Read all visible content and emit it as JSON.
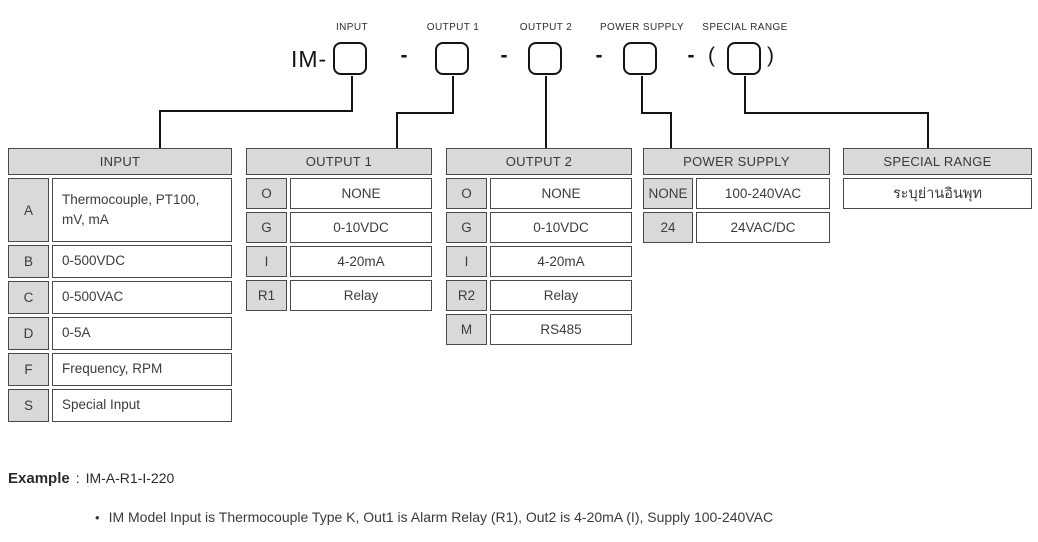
{
  "model_code": {
    "prefix": "IM-",
    "dash": "-",
    "open_paren": "(",
    "close_paren": ")",
    "segments": [
      {
        "label": "INPUT"
      },
      {
        "label": "OUTPUT 1"
      },
      {
        "label": "OUTPUT 2"
      },
      {
        "label": "POWER SUPPLY"
      },
      {
        "label": "SPECIAL RANGE"
      }
    ]
  },
  "tables": {
    "input": {
      "title": "INPUT",
      "rows": [
        {
          "code": "A",
          "desc": "Thermocouple, PT100, mV, mA"
        },
        {
          "code": "B",
          "desc": "0-500VDC"
        },
        {
          "code": "C",
          "desc": "0-500VAC"
        },
        {
          "code": "D",
          "desc": "0-5A"
        },
        {
          "code": "F",
          "desc": "Frequency, RPM"
        },
        {
          "code": "S",
          "desc": "Special Input"
        }
      ]
    },
    "output1": {
      "title": "OUTPUT 1",
      "rows": [
        {
          "code": "O",
          "desc": "NONE"
        },
        {
          "code": "G",
          "desc": "0-10VDC"
        },
        {
          "code": "I",
          "desc": "4-20mA"
        },
        {
          "code": "R1",
          "desc": "Relay"
        }
      ]
    },
    "output2": {
      "title": "OUTPUT 2",
      "rows": [
        {
          "code": "O",
          "desc": "NONE"
        },
        {
          "code": "G",
          "desc": "0-10VDC"
        },
        {
          "code": "I",
          "desc": "4-20mA"
        },
        {
          "code": "R2",
          "desc": "Relay"
        },
        {
          "code": "M",
          "desc": "RS485"
        }
      ]
    },
    "power_supply": {
      "title": "POWER SUPPLY",
      "rows": [
        {
          "code": "NONE",
          "desc": "100-240VAC"
        },
        {
          "code": "24",
          "desc": "24VAC/DC"
        }
      ]
    },
    "special_range": {
      "title": "SPECIAL RANGE",
      "note": "ระบุย่านอินพุท"
    }
  },
  "example": {
    "heading": "Example",
    "separator": ":",
    "code": "IM-A-R1-I-220",
    "bullet_marker": "•",
    "bullet": "IM Model Input is Thermocouple Type K, Out1 is Alarm Relay (R1), Out2 is 4-20mA (I), Supply 100-240VAC"
  },
  "colors": {
    "header_fill": "#d9d9d9",
    "table_border": "#4a4a4a",
    "line_color": "#141414"
  }
}
